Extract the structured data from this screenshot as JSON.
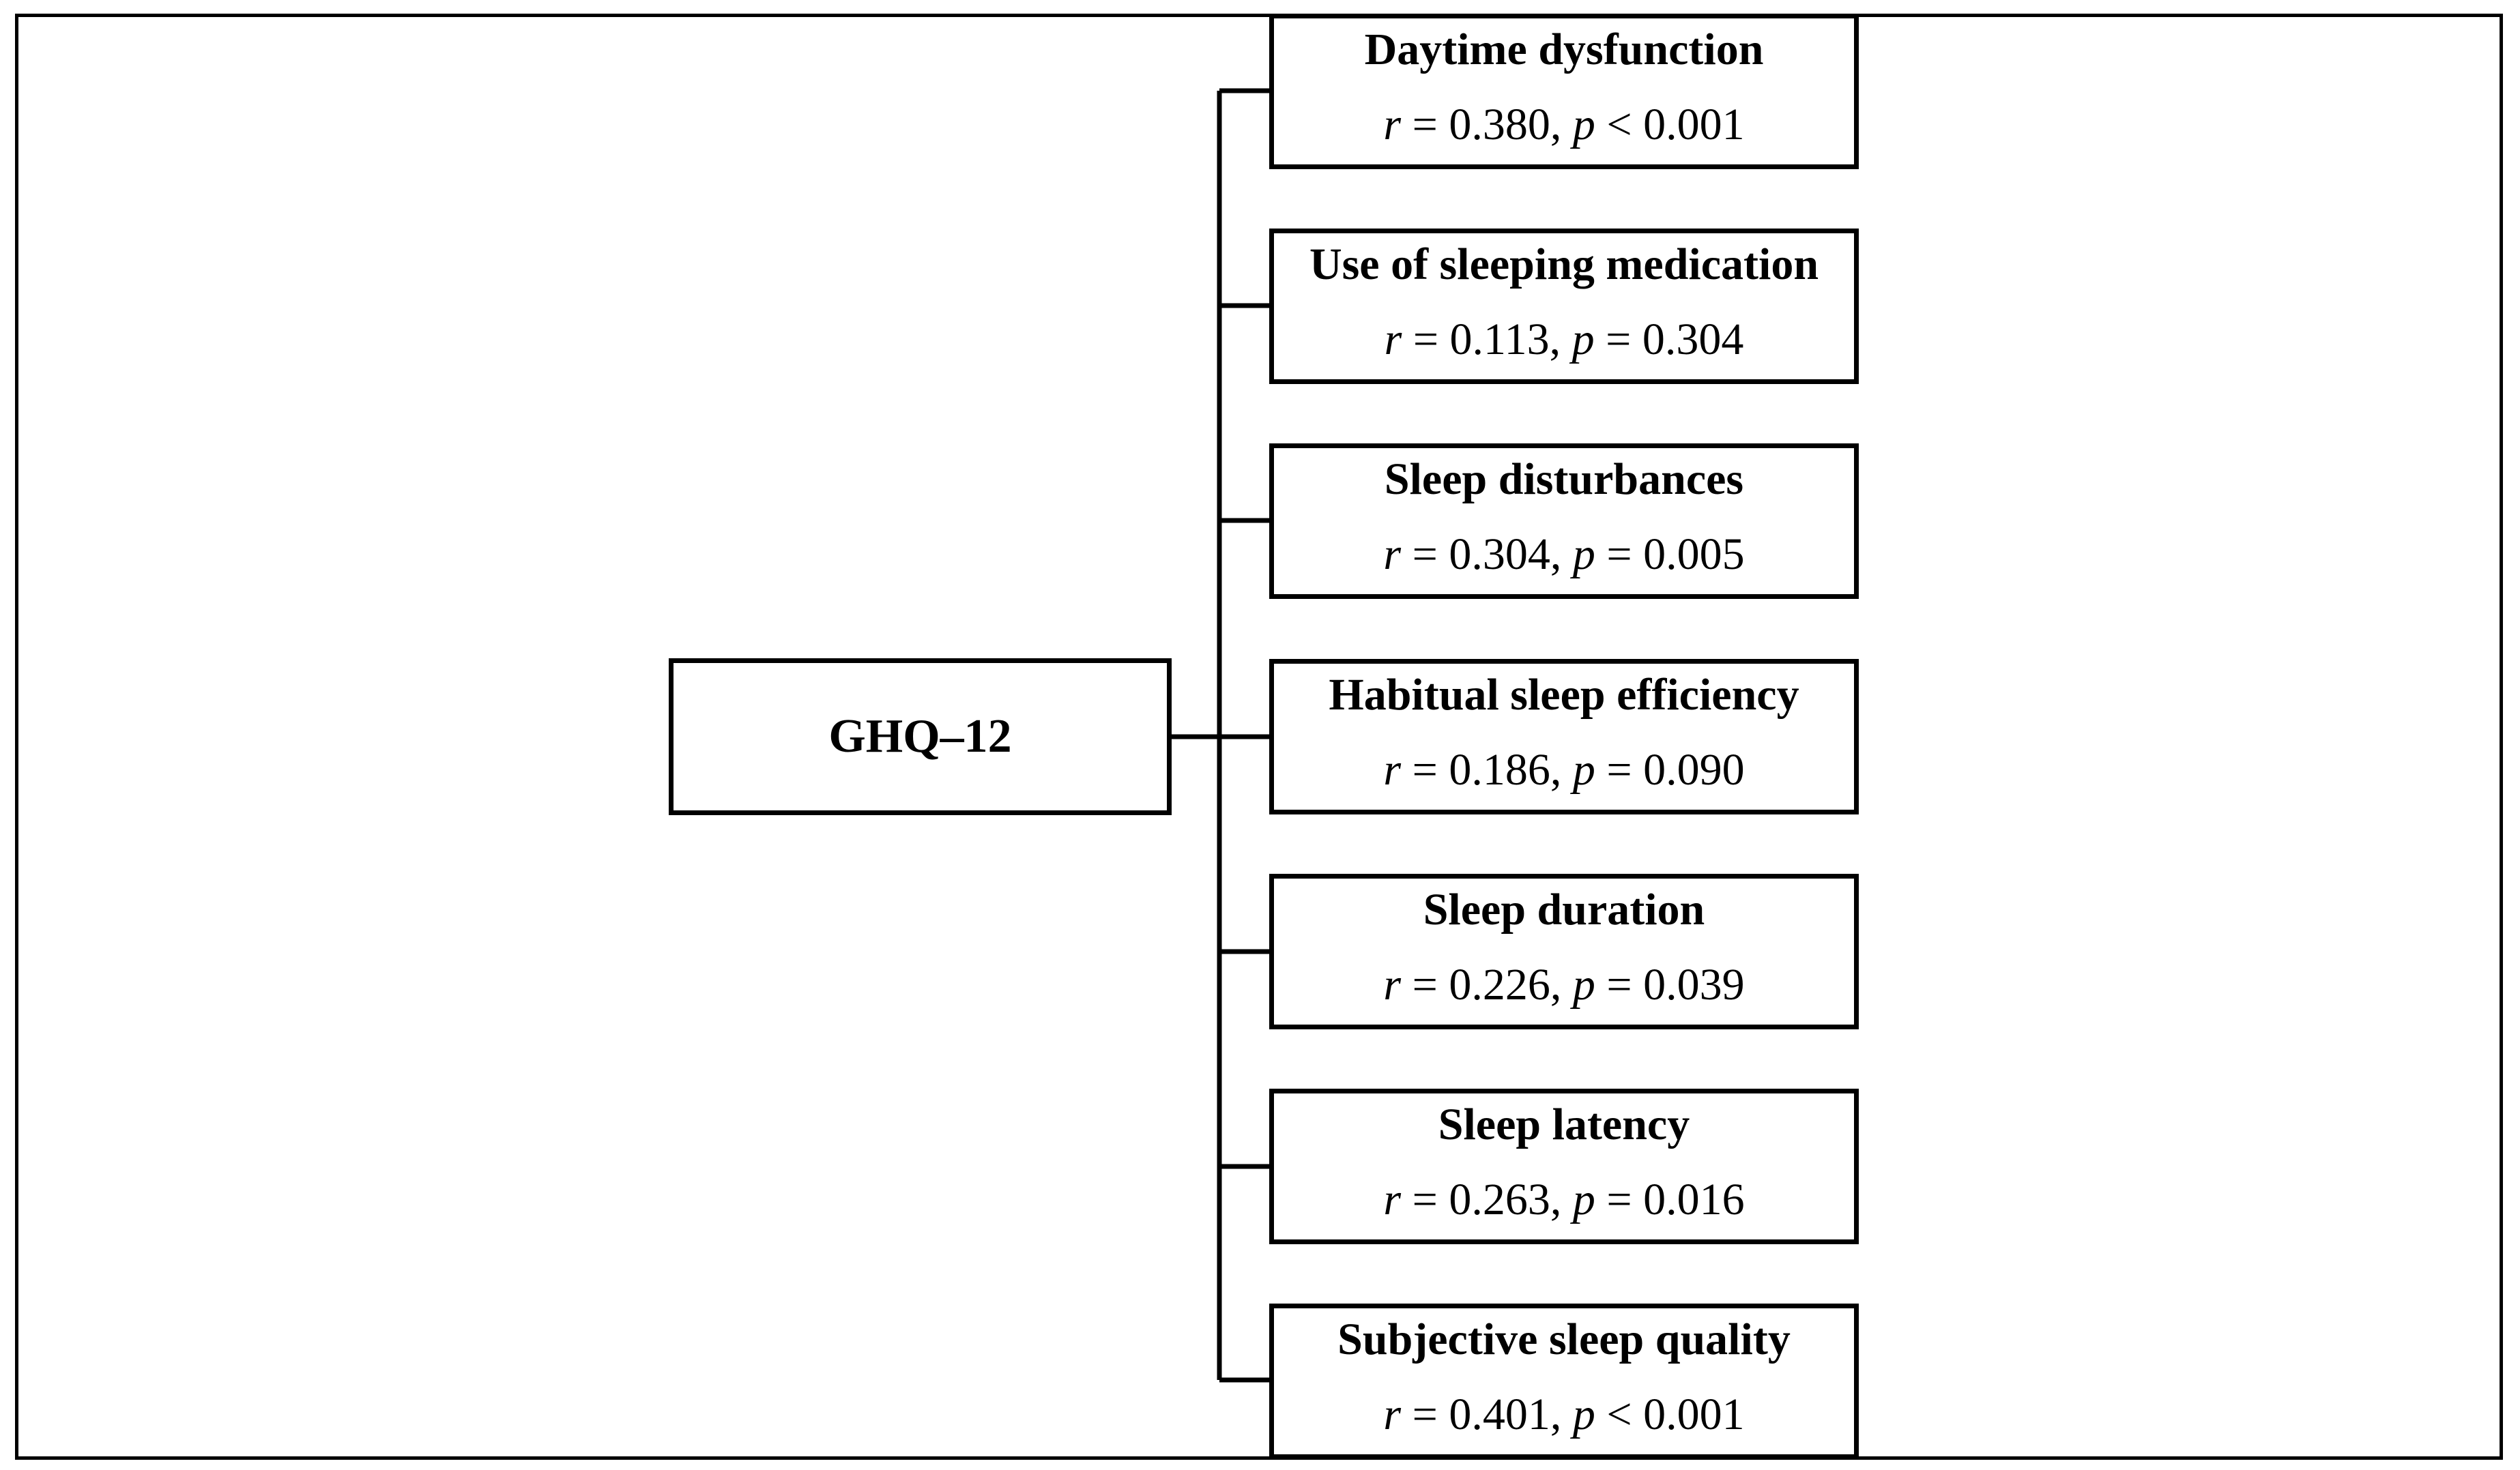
{
  "source": {
    "label": "GHQ–12"
  },
  "items": [
    {
      "title": "Daytime dysfunction",
      "r_label": "r",
      "r": "= 0.380,",
      "p_label": "p",
      "p": "< 0.001"
    },
    {
      "title": "Use of sleeping medication",
      "r_label": "r",
      "r": "= 0.113,",
      "p_label": "p",
      "p": "= 0.304"
    },
    {
      "title": "Sleep disturbances",
      "r_label": "r",
      "r": "= 0.304,",
      "p_label": "p",
      "p": "= 0.005"
    },
    {
      "title": "Habitual sleep efficiency",
      "r_label": "r",
      "r": "= 0.186,",
      "p_label": "p",
      "p": "= 0.090"
    },
    {
      "title": "Sleep duration",
      "r_label": "r",
      "r": "= 0.226,",
      "p_label": "p",
      "p": "= 0.039"
    },
    {
      "title": "Sleep latency",
      "r_label": "r",
      "r": "= 0.263,",
      "p_label": "p",
      "p": "= 0.016"
    },
    {
      "title": "Subjective sleep quality",
      "r_label": "r",
      "r": "= 0.401,",
      "p_label": "p",
      "p": "< 0.001"
    }
  ]
}
